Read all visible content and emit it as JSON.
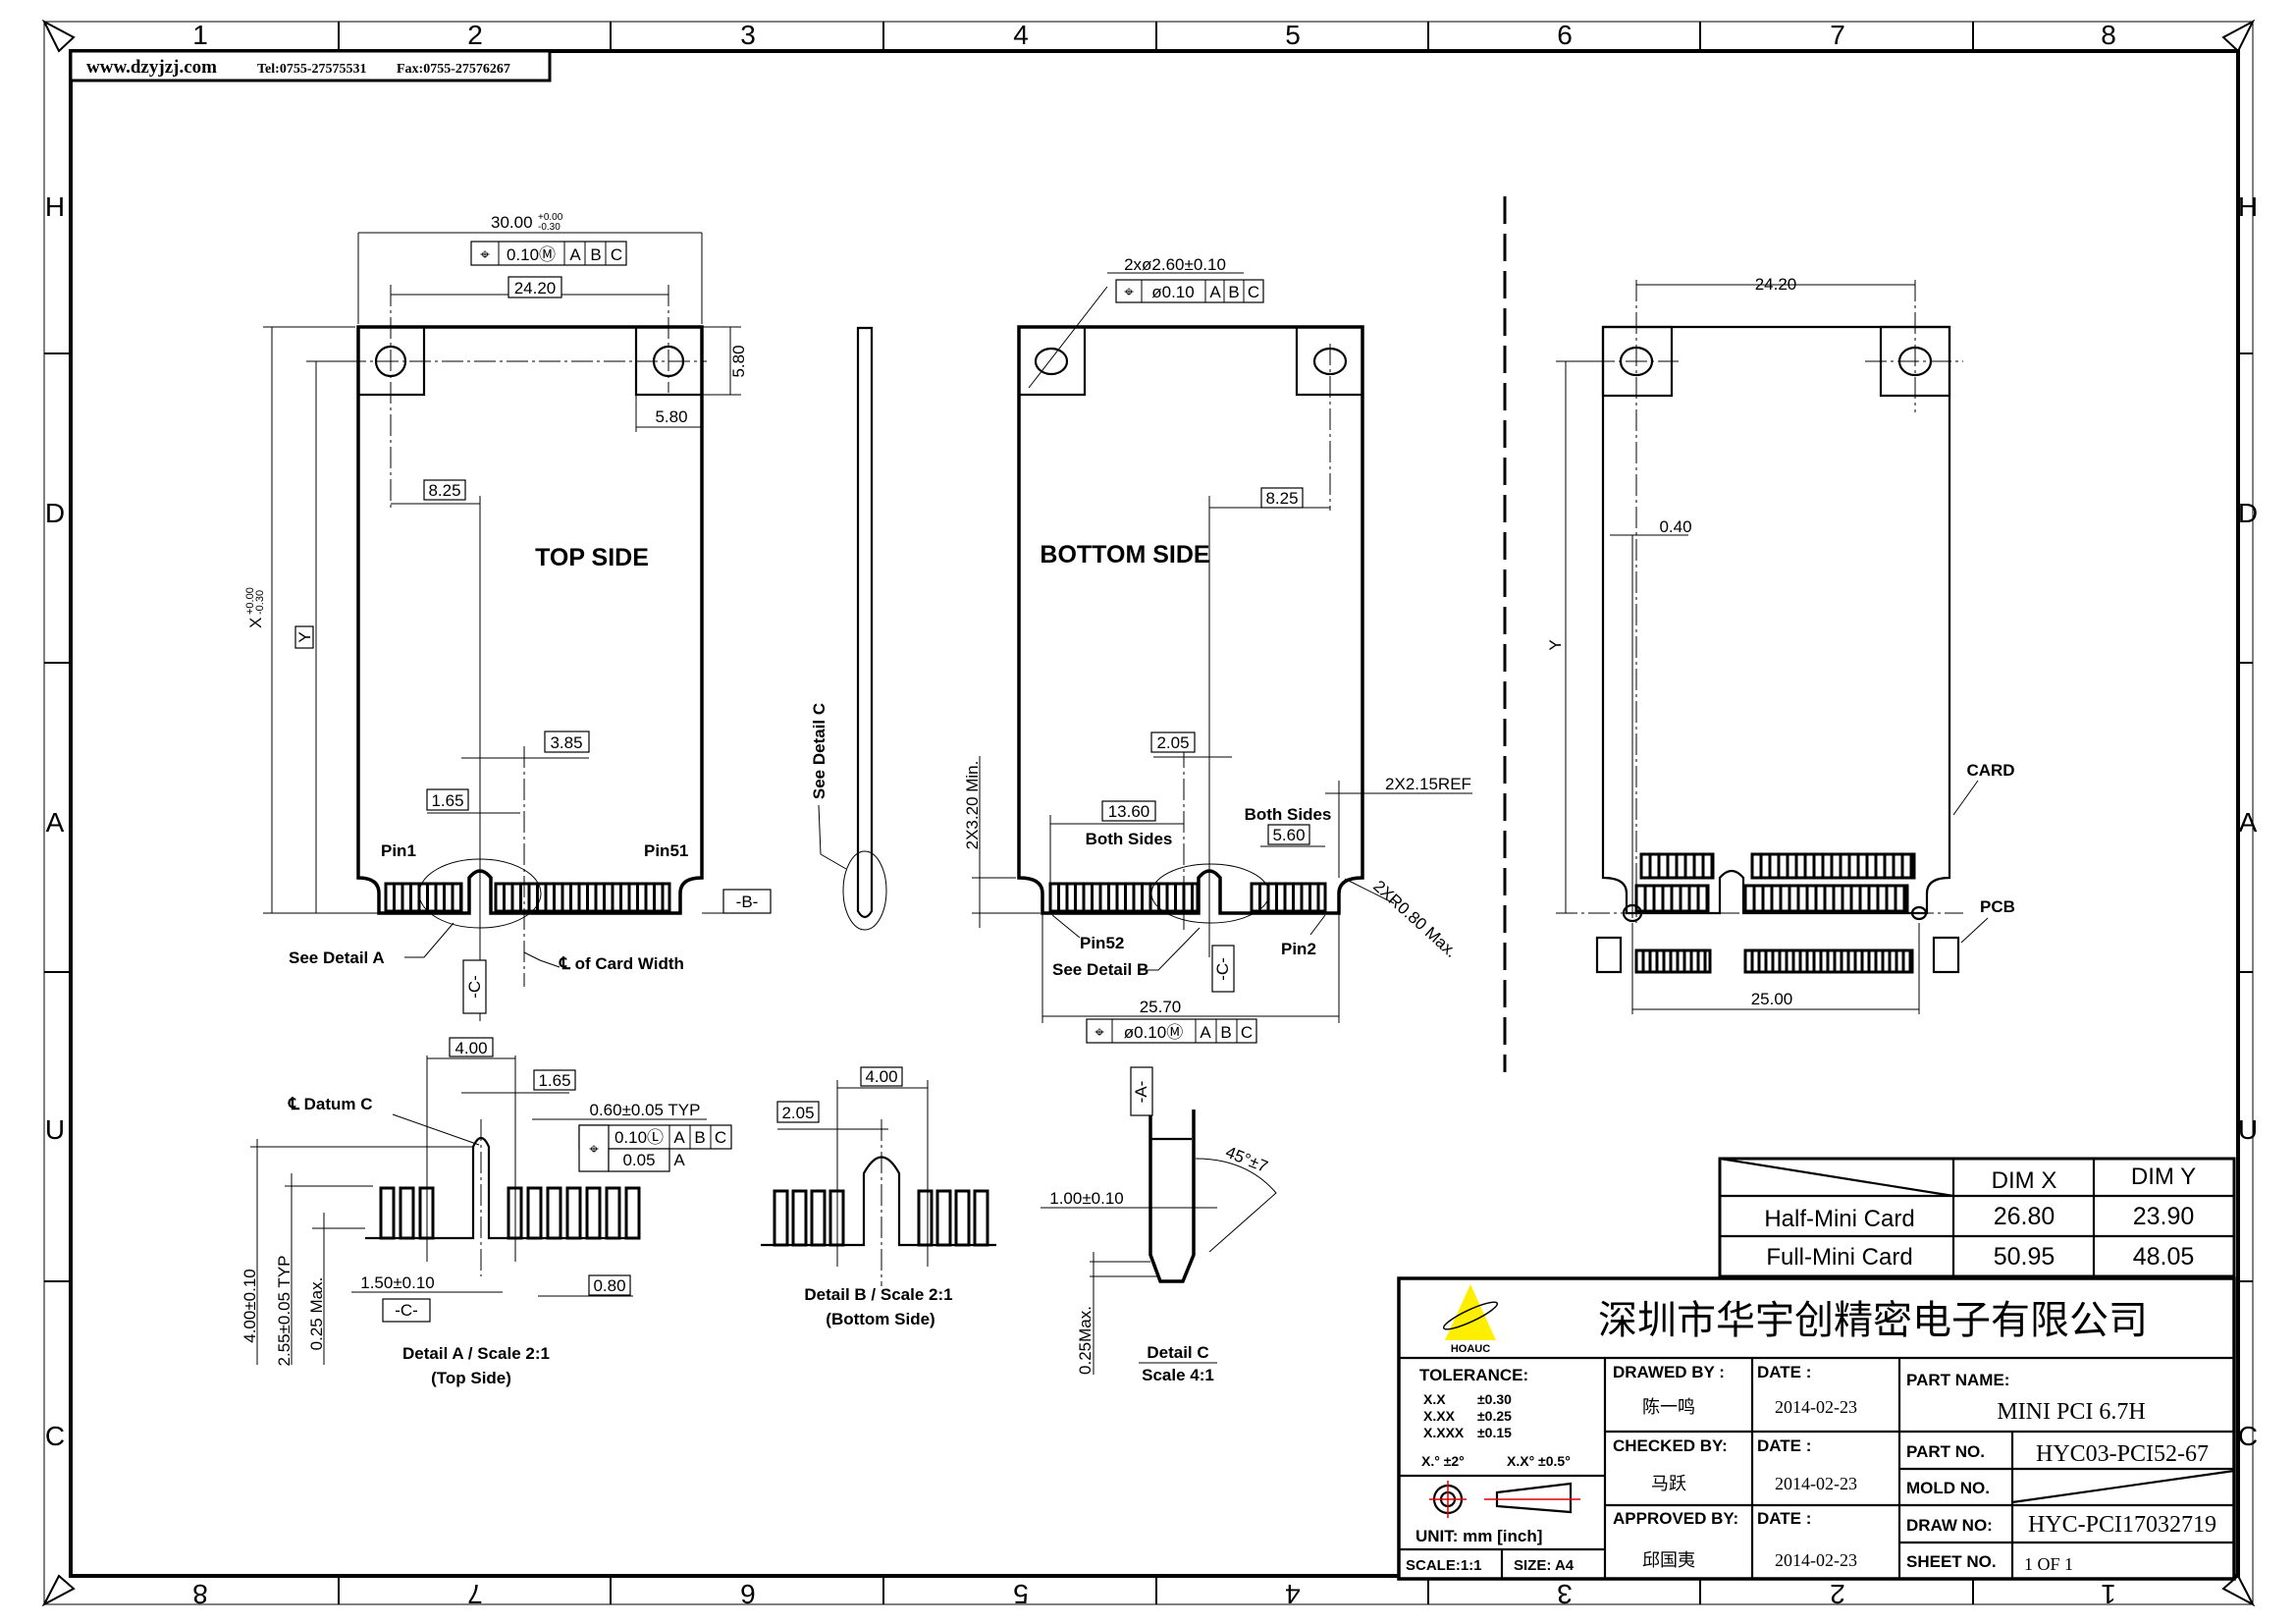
{
  "header": {
    "website": "www.dzyjzj.com",
    "tel": "Tel:0755-27575531",
    "fax": "Fax:0755-27576267"
  },
  "grid": {
    "columns": [
      "1",
      "2",
      "3",
      "4",
      "5",
      "6",
      "7",
      "8"
    ],
    "rows": [
      "H",
      "D",
      "A",
      "U",
      "C"
    ]
  },
  "top_view": {
    "width_dim": "30.00",
    "width_tol_plus": "+0.00",
    "width_tol_minus": "-0.30",
    "fcf": {
      "symbol": "⌖",
      "tol": "0.10Ⓜ",
      "a": "A",
      "b": "B",
      "c": "C"
    },
    "hole_spacing": "24.20",
    "tab_height": "5.80",
    "tab_width": "5.80",
    "offset_825": "8.25",
    "title": "TOP SIDE",
    "x_dim": "X",
    "x_tol_plus": "+0.00",
    "x_tol_minus": "-0.30",
    "y_dim": "Y",
    "offset_385": "3.85",
    "offset_165": "1.65",
    "pin1": "Pin1",
    "pin51": "Pin51",
    "datum_b": "-B-",
    "see_detail_a": "See Detail A",
    "centerline": "℄ of Card Width",
    "datum_c": "-C-"
  },
  "side_view": {
    "see_detail_c": "See Detail C"
  },
  "bottom_view": {
    "hole_dim": "2xø2.60±0.10",
    "fcf_top": {
      "symbol": "⌖",
      "tol": "ø0.10",
      "a": "A",
      "b": "B",
      "c": "C"
    },
    "offset_825": "8.25",
    "title": "BOTTOM SIDE",
    "offset_205": "2.05",
    "ref_215": "2X2.15REF",
    "len_1360": "13.60",
    "both_sides_1": "Both Sides",
    "both_sides_2": "Both Sides",
    "len_560": "5.60",
    "min_320": "2X3.20 Min.",
    "radius": "2XR0.80 Max.",
    "pin52": "Pin52",
    "see_detail_b": "See Detail B",
    "pin2": "Pin2",
    "datum_c": "-C-",
    "width_2570": "25.70",
    "fcf_bottom": {
      "symbol": "⌖",
      "tol": "ø0.10Ⓜ",
      "a": "A",
      "b": "B",
      "c": "C"
    }
  },
  "right_view": {
    "hole_spacing": "24.20",
    "offset_040": "0.40",
    "y_dim": "Y",
    "card": "CARD",
    "pcb": "PCB",
    "width_2500": "25.00"
  },
  "detail_a": {
    "dim_400": "4.00",
    "dim_165": "1.65",
    "datum_c_label": "℄ Datum C",
    "pitch": "0.60±0.05 TYP",
    "fcf": {
      "symbol": "⌖",
      "tol1": "0.10Ⓛ",
      "a": "A",
      "b": "B",
      "c": "C",
      "tol2": "0.05",
      "a2": "A"
    },
    "h_400": "4.00±0.10",
    "h_255": "2.55±0.05 TYP",
    "h_025": "0.25 Max.",
    "w_150": "1.50±0.10",
    "datum_c": "-C-",
    "w_080": "0.80",
    "caption": "Detail A / Scale 2:1",
    "subcaption": "(Top Side)"
  },
  "detail_b": {
    "dim_205": "2.05",
    "dim_400": "4.00",
    "caption": "Detail B / Scale 2:1",
    "subcaption": "(Bottom Side)"
  },
  "detail_c": {
    "datum_a": "-A-",
    "angle": "45°±7",
    "thickness": "1.00±0.10",
    "chamfer": "0.25Max.",
    "caption": "Detail C",
    "scale": "Scale 4:1"
  },
  "dims_table": {
    "headers": [
      "DIM X",
      "DIM Y"
    ],
    "rows": [
      {
        "name": "Half-Mini Card",
        "x": "26.80",
        "y": "23.90"
      },
      {
        "name": "Full-Mini Card",
        "x": "50.95",
        "y": "48.05"
      }
    ]
  },
  "title_block": {
    "logo_text": "HOAUC",
    "company": "深圳市华宇创精密电子有限公司",
    "tolerance_label": "TOLERANCE:",
    "tolerances": [
      {
        "fmt": "X.X",
        "val": "±0.30"
      },
      {
        "fmt": "X.XX",
        "val": "±0.25"
      },
      {
        "fmt": "X.XXX",
        "val": "±0.15"
      }
    ],
    "angle_tol_1": "X.° ±2°",
    "angle_tol_2": "X.X° ±0.5°",
    "unit": "UNIT: mm [inch]",
    "scale": "SCALE:1:1",
    "size": "SIZE: A4",
    "drawn_by_label": "DRAWED BY :",
    "drawn_by": "陈一鸣",
    "checked_by_label": "CHECKED BY:",
    "checked_by": "马跃",
    "approved_by_label": "APPROVED BY:",
    "approved_by": "邱国夷",
    "date_label": "DATE :",
    "drawn_date": "2014-02-23",
    "checked_date": "2014-02-23",
    "approved_date": "2014-02-23",
    "part_name_label": "PART NAME:",
    "part_name": "MINI PCI 6.7H",
    "part_no_label": "PART NO.",
    "part_no": "HYC03-PCI52-67",
    "mold_no_label": "MOLD NO.",
    "draw_no_label": "DRAW NO:",
    "draw_no": "HYC-PCI17032719",
    "sheet_no_label": "SHEET NO.",
    "sheet_no": "1 OF 1"
  }
}
